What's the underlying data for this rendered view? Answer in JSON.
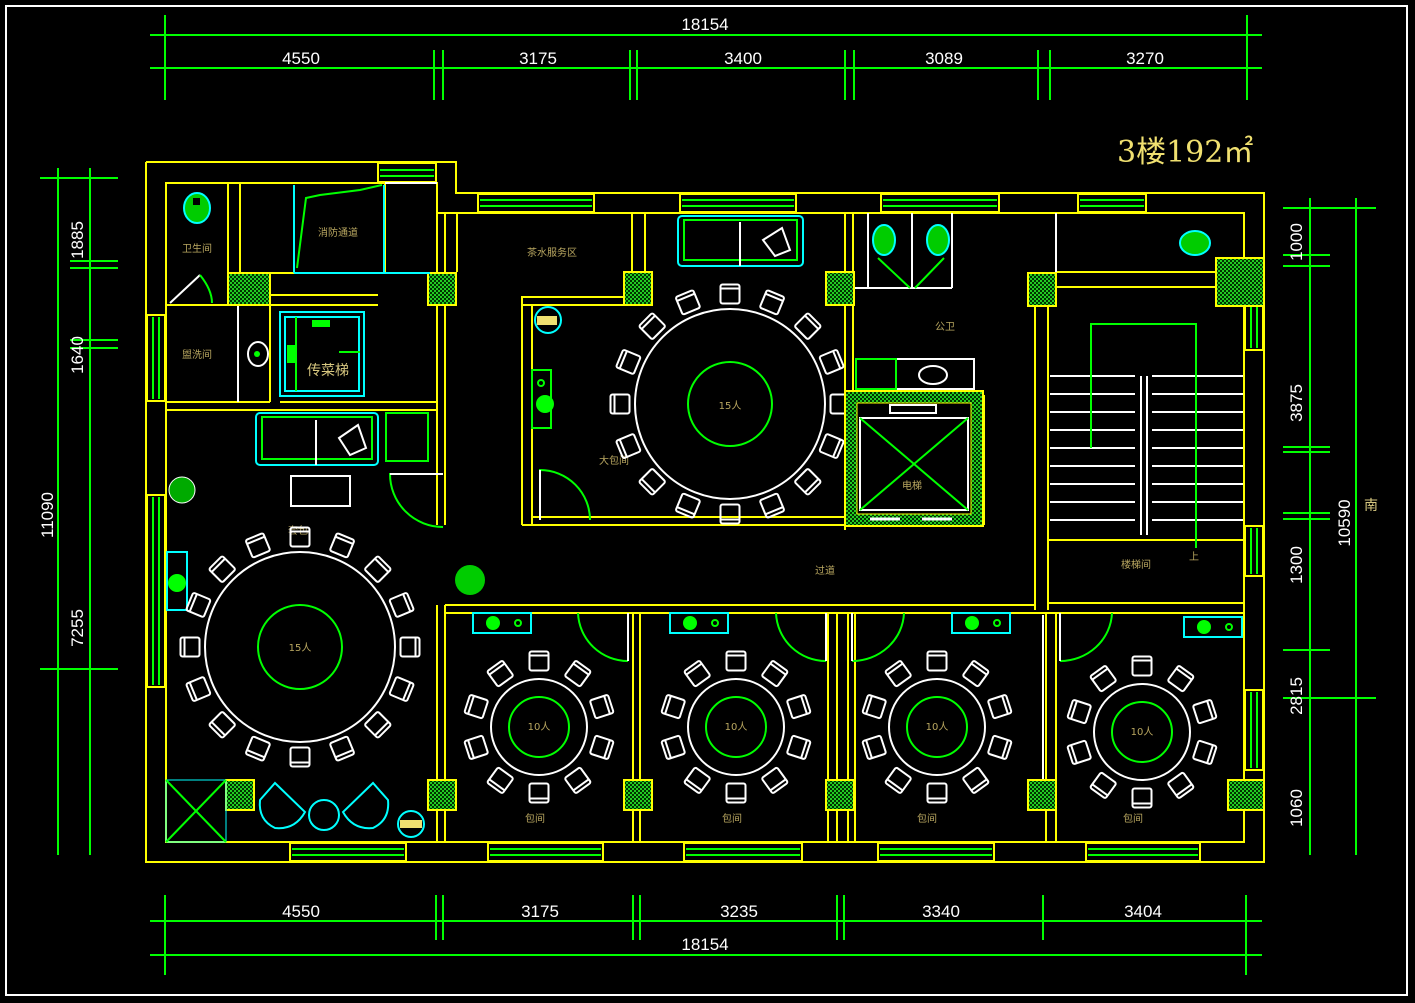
{
  "title": "3楼192㎡",
  "direction_label": "南",
  "colors": {
    "background": "#000000",
    "wall": "#ffff00",
    "dimension": "#00ff00",
    "furniture": "#ffffff",
    "fixture": "#00ffff",
    "column": "#00cc00",
    "room_label": "#b9a760",
    "title": "#f0e070"
  },
  "dimensions": {
    "top_total": "18154",
    "top_segments": [
      "4550",
      "3175",
      "3400",
      "3089",
      "3270"
    ],
    "bottom_total": "18154",
    "bottom_segments": [
      "4550",
      "3175",
      "3235",
      "3340",
      "3404"
    ],
    "left_total": "11090",
    "left_segments": [
      "1885",
      "1640",
      "7255"
    ],
    "right_total": "10590",
    "right_segments": [
      "1000",
      "3875",
      "1300",
      "2815",
      "1060"
    ]
  },
  "rooms": {
    "toilet": "卫生间",
    "fire_passage": "消防通道",
    "washroom": "盥洗间",
    "dumbwaiter": "传菜梯",
    "tea_service": "茶水服务区",
    "large_private_room": "大包间",
    "public_toilet": "公卫",
    "elevator": "电梯",
    "stairwell": "楼梯间",
    "stair_up": "上",
    "suite": "套包",
    "corridor": "过道",
    "private_room": "包间"
  },
  "tables": {
    "large_suite_capacity": "15人",
    "large_room_capacity": "15人",
    "private_rooms": [
      {
        "label": "包间",
        "capacity": "10人"
      },
      {
        "label": "包间",
        "capacity": "10人"
      },
      {
        "label": "包间",
        "capacity": "10人"
      },
      {
        "label": "包间",
        "capacity": "10人"
      }
    ]
  }
}
